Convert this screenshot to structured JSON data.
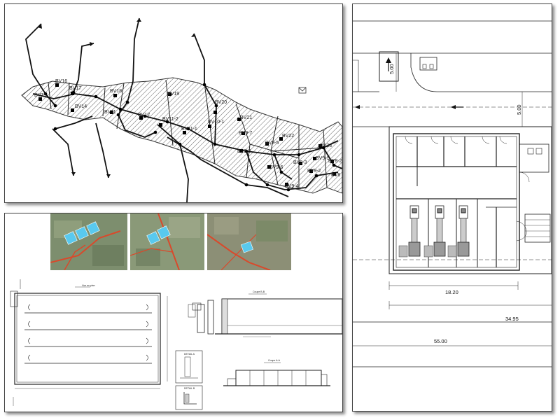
{
  "map": {
    "labels": [
      "BV16",
      "BV17",
      "BV15",
      "BV14",
      "BV18",
      "BV19",
      "BV20",
      "BV12",
      "BV11",
      "BV11-2",
      "BV11-1",
      "BV10-1",
      "BV21",
      "BV9-7",
      "BV9-5",
      "BV22",
      "BV9-8",
      "BV9-6",
      "BV9-3",
      "BV23",
      "BV9-1",
      "BV9-4",
      "BV9-2",
      "BV8-2",
      "BV8"
    ]
  },
  "reservoir": {
    "plan_title": "Vue en plan",
    "section_bb": "Coupe B-B",
    "section_aa": "Coupe A-A",
    "detail_a": "DETAIL A",
    "detail_b": "DETAIL B"
  },
  "plan": {
    "dims": {
      "d1": "5.00",
      "d2": "5.00",
      "d3": "18.20",
      "d4": "34.95",
      "d5": "55.00"
    }
  },
  "colors": {
    "road": "#d9492b",
    "water": "#59c9ee",
    "aerial_bg": "#7f9270"
  }
}
